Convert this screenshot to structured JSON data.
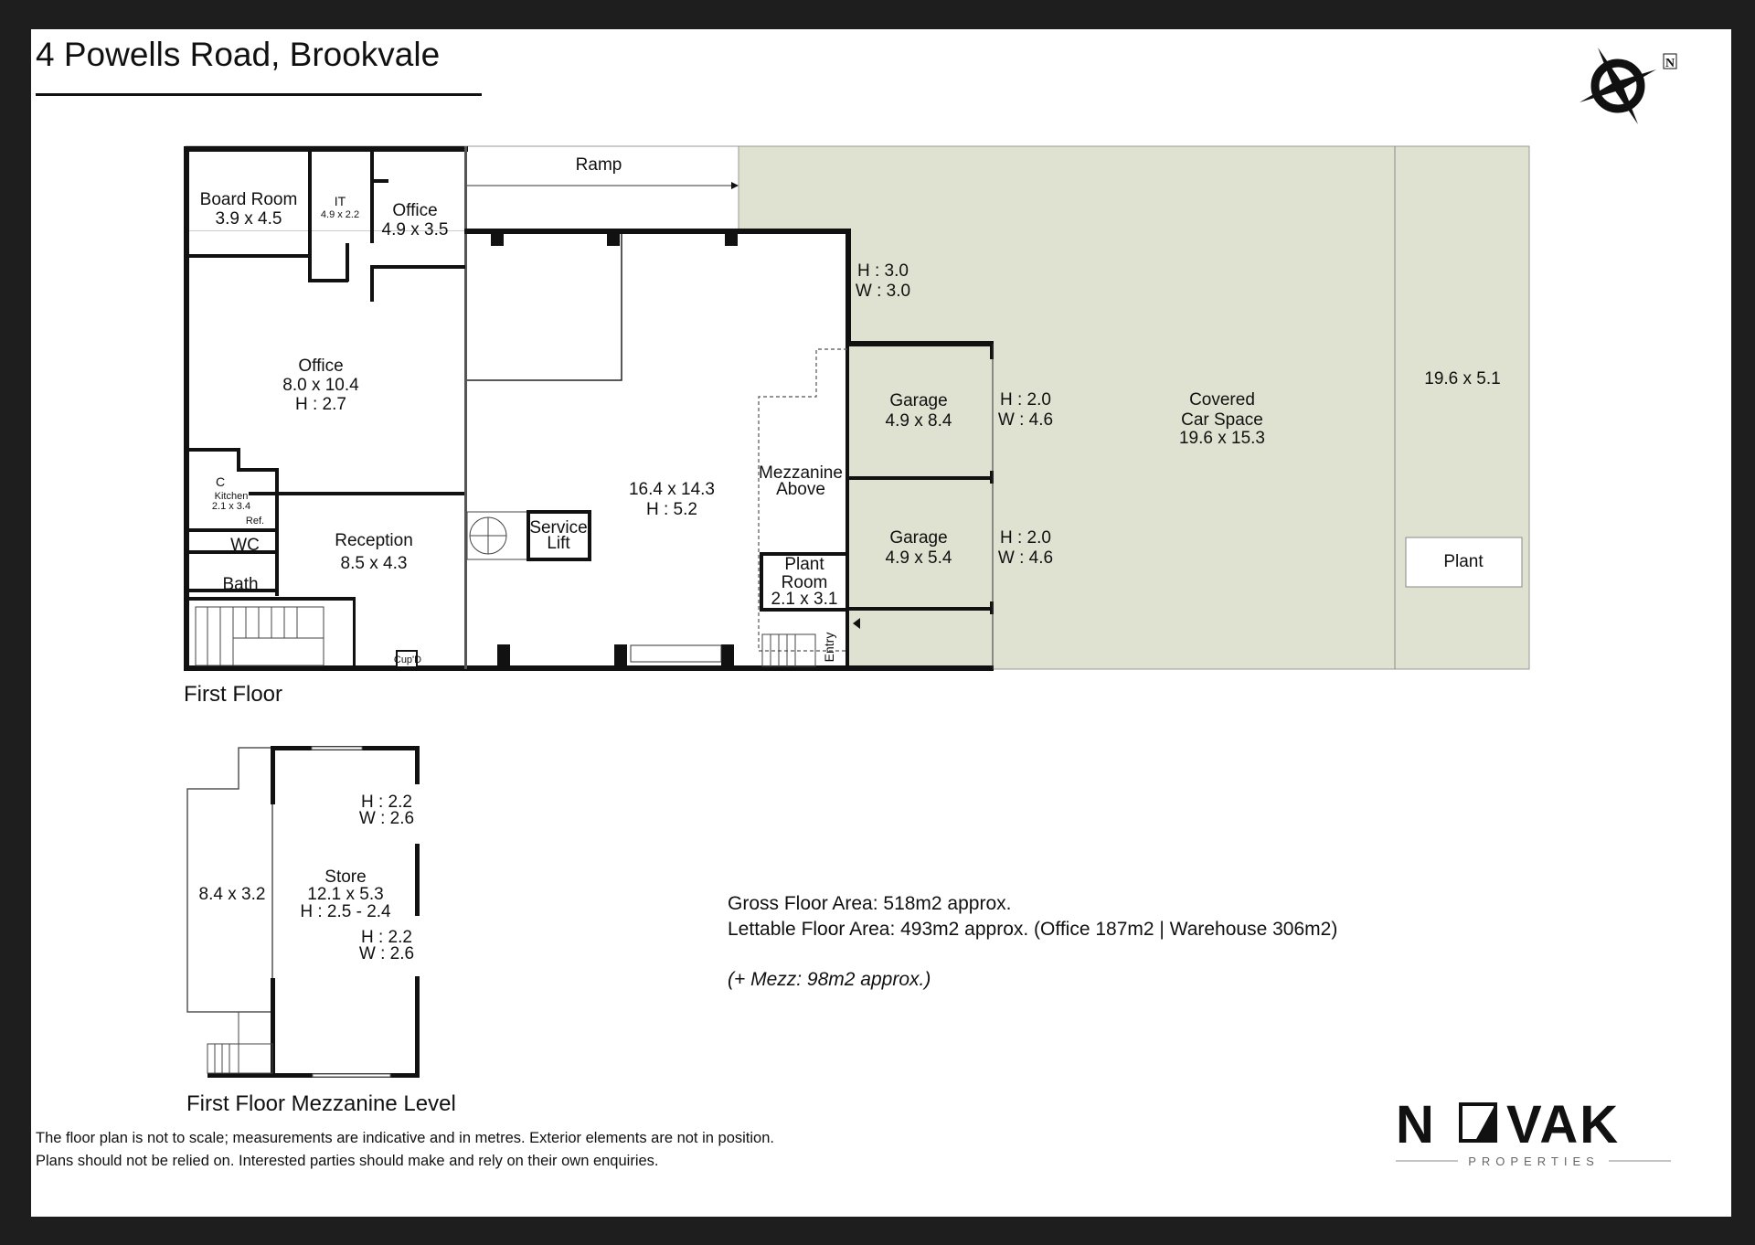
{
  "title": "4 Powells Road, Brookvale",
  "compass": {
    "label": "N",
    "icon": "compass-rose-icon"
  },
  "first_floor": {
    "label": "First Floor",
    "rooms": {
      "ramp": "Ramp",
      "board_room": {
        "name": "Board Room",
        "dims": "3.9 x 4.5"
      },
      "it": {
        "name": "IT",
        "dims": "4.9 x 2.2"
      },
      "office_small": {
        "name": "Office",
        "dims": "4.9 x 3.5"
      },
      "office_main": {
        "name": "Office",
        "dims": "8.0 x 10.4",
        "height": "H : 2.7"
      },
      "cupboard_c": "C",
      "kitchen": {
        "name": "Kitchen",
        "dims": "2.1 x 3.4",
        "ref": "Ref."
      },
      "wc": "WC",
      "bath": "Bath",
      "reception": {
        "name": "Reception",
        "dims": "8.5 x 4.3"
      },
      "cupd": "Cup'D",
      "warehouse": {
        "dims": "16.4 x 14.3",
        "height": "H : 5.2"
      },
      "service_lift": {
        "line1": "Service",
        "line2": "Lift"
      },
      "mezzanine_above": {
        "line1": "Mezzanine",
        "line2": "Above"
      },
      "plant_room": {
        "line1": "Plant",
        "line2": "Room",
        "dims": "2.1 x 3.1"
      },
      "entry": "Entry",
      "door_main": {
        "h": "H : 3.0",
        "w": "W : 3.0"
      },
      "garage1": {
        "name": "Garage",
        "dims": "4.9 x 8.4",
        "door_h": "H : 2.0",
        "door_w": "W : 4.6"
      },
      "garage2": {
        "name": "Garage",
        "dims": "4.9 x 5.4",
        "door_h": "H : 2.0",
        "door_w": "W : 4.6"
      },
      "covered_car_space": {
        "line1": "Covered",
        "line2": "Car Space",
        "dims": "19.6 x 15.3"
      },
      "side_strip": {
        "dims": "19.6 x 5.1"
      },
      "plant": "Plant"
    }
  },
  "mezzanine": {
    "label": "First Floor Mezzanine Level",
    "left_area": "8.4 x 3.2",
    "store": {
      "name": "Store",
      "dims": "12.1 x 5.3",
      "height": "H : 2.5 - 2.4"
    },
    "opening1": {
      "h": "H : 2.2",
      "w": "W : 2.6"
    },
    "opening2": {
      "h": "H : 2.2",
      "w": "W : 2.6"
    }
  },
  "areas": {
    "gross": "Gross Floor Area: 518m2 approx.",
    "lettable": "Lettable Floor Area: 493m2 approx. (Office 187m2 | Warehouse 306m2)",
    "mezz": "(+ Mezz: 98m2 approx.)"
  },
  "disclaimer": {
    "line1": "The floor plan is not to scale; measurements are indicative and in metres. Exterior elements are not in position.",
    "line2": "Plans should not be relied on. Interested parties should make and rely on their own enquiries."
  },
  "logo": {
    "name": "NOVAK",
    "sub": "PROPERTIES"
  },
  "colors": {
    "frame": "#1e1e1e",
    "outdoor": "#dfe2d0",
    "wall": "#111111"
  }
}
